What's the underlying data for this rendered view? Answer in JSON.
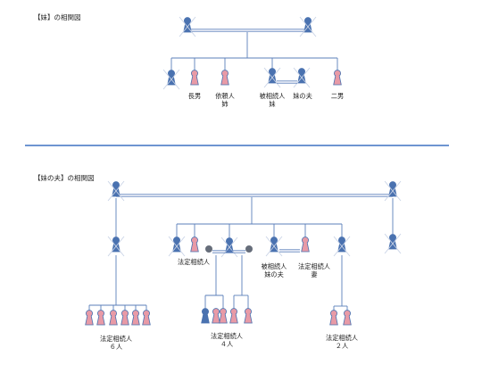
{
  "colors": {
    "person_fill": "#4a72b0",
    "person_pink": "#e89aa6",
    "line": "#5b7fba",
    "cross": "#c9d3e6",
    "grey_circle": "#666d7a",
    "separator": "#3f72c2"
  },
  "icons": {
    "person": "keyhole-person-icon",
    "deceased": "cross-mark-icon",
    "other": "filled-circle-icon"
  },
  "diagram1": {
    "title": "【妹】の相関図",
    "labels": {
      "eldest_son": "長男",
      "requester": "依頼人\n姉",
      "decedent_sister": "被相続人\n妹",
      "sisters_husband": "妹の夫",
      "second_son": "二男"
    }
  },
  "diagram2": {
    "title": "【妹の夫】の相関図",
    "labels": {
      "heirs_left": "法定相続人",
      "decedent_husband": "被相続人\n妹の夫",
      "heir_wife": "法定相続人\n妻",
      "group6": "法定相続人\n６人",
      "group4": "法定相続人\n４人",
      "group2": "法定相続人\n２人"
    }
  }
}
